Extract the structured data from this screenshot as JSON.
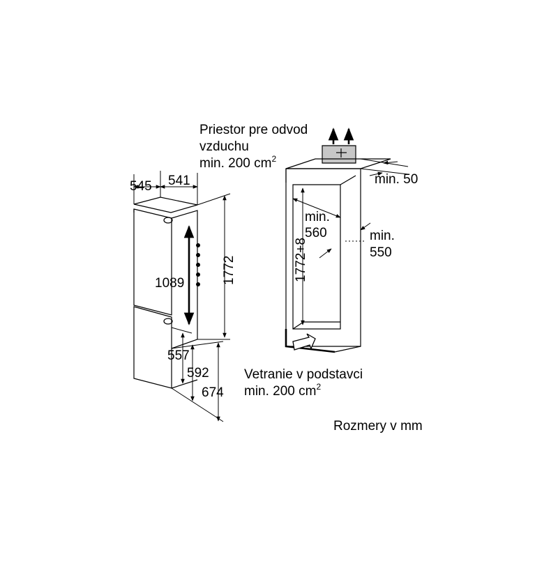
{
  "side_view": {
    "dimensions": {
      "width_outer": "545",
      "width_inner": "541",
      "height_total": "1772",
      "upper_door": "1089",
      "lower_door": "557",
      "lower_offset": "592",
      "lower_total": "674"
    }
  },
  "niche_view": {
    "air_exhaust_note": {
      "line1": "Priestor pre odvod",
      "line2": "vzduchu",
      "line3": "min. 200 cm",
      "sup": "2"
    },
    "back_gap": "min. 50",
    "niche_width": {
      "line1": "min.",
      "line2": "560"
    },
    "niche_depth": {
      "line1": "min.",
      "line2": "550"
    },
    "niche_height": "1772+8",
    "plinth_note": {
      "line1": "Vetranie v podstavci",
      "line2": "min. 200 cm",
      "sup": "2"
    }
  },
  "units_note": "Rozmery v mm"
}
